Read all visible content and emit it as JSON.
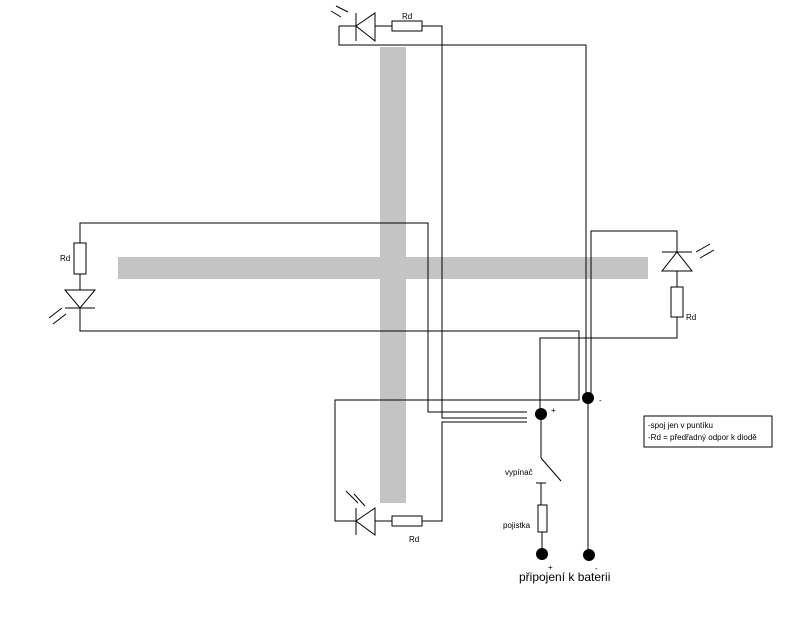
{
  "resistor_label": "Rd",
  "switch_label": "vypínač",
  "fuse_label": "pojistka",
  "plus_sign": "+",
  "minus_sign": "-",
  "bottom_plus": "+",
  "bottom_minus": "-",
  "battery_label": "připojení k baterii",
  "legend": {
    "line1": "-spoj jen v puntíku",
    "line2": "-Rd = předřadný odpor k diodě"
  },
  "colors": {
    "wire": "#000000",
    "cross_bar": "#c4c4c4"
  }
}
